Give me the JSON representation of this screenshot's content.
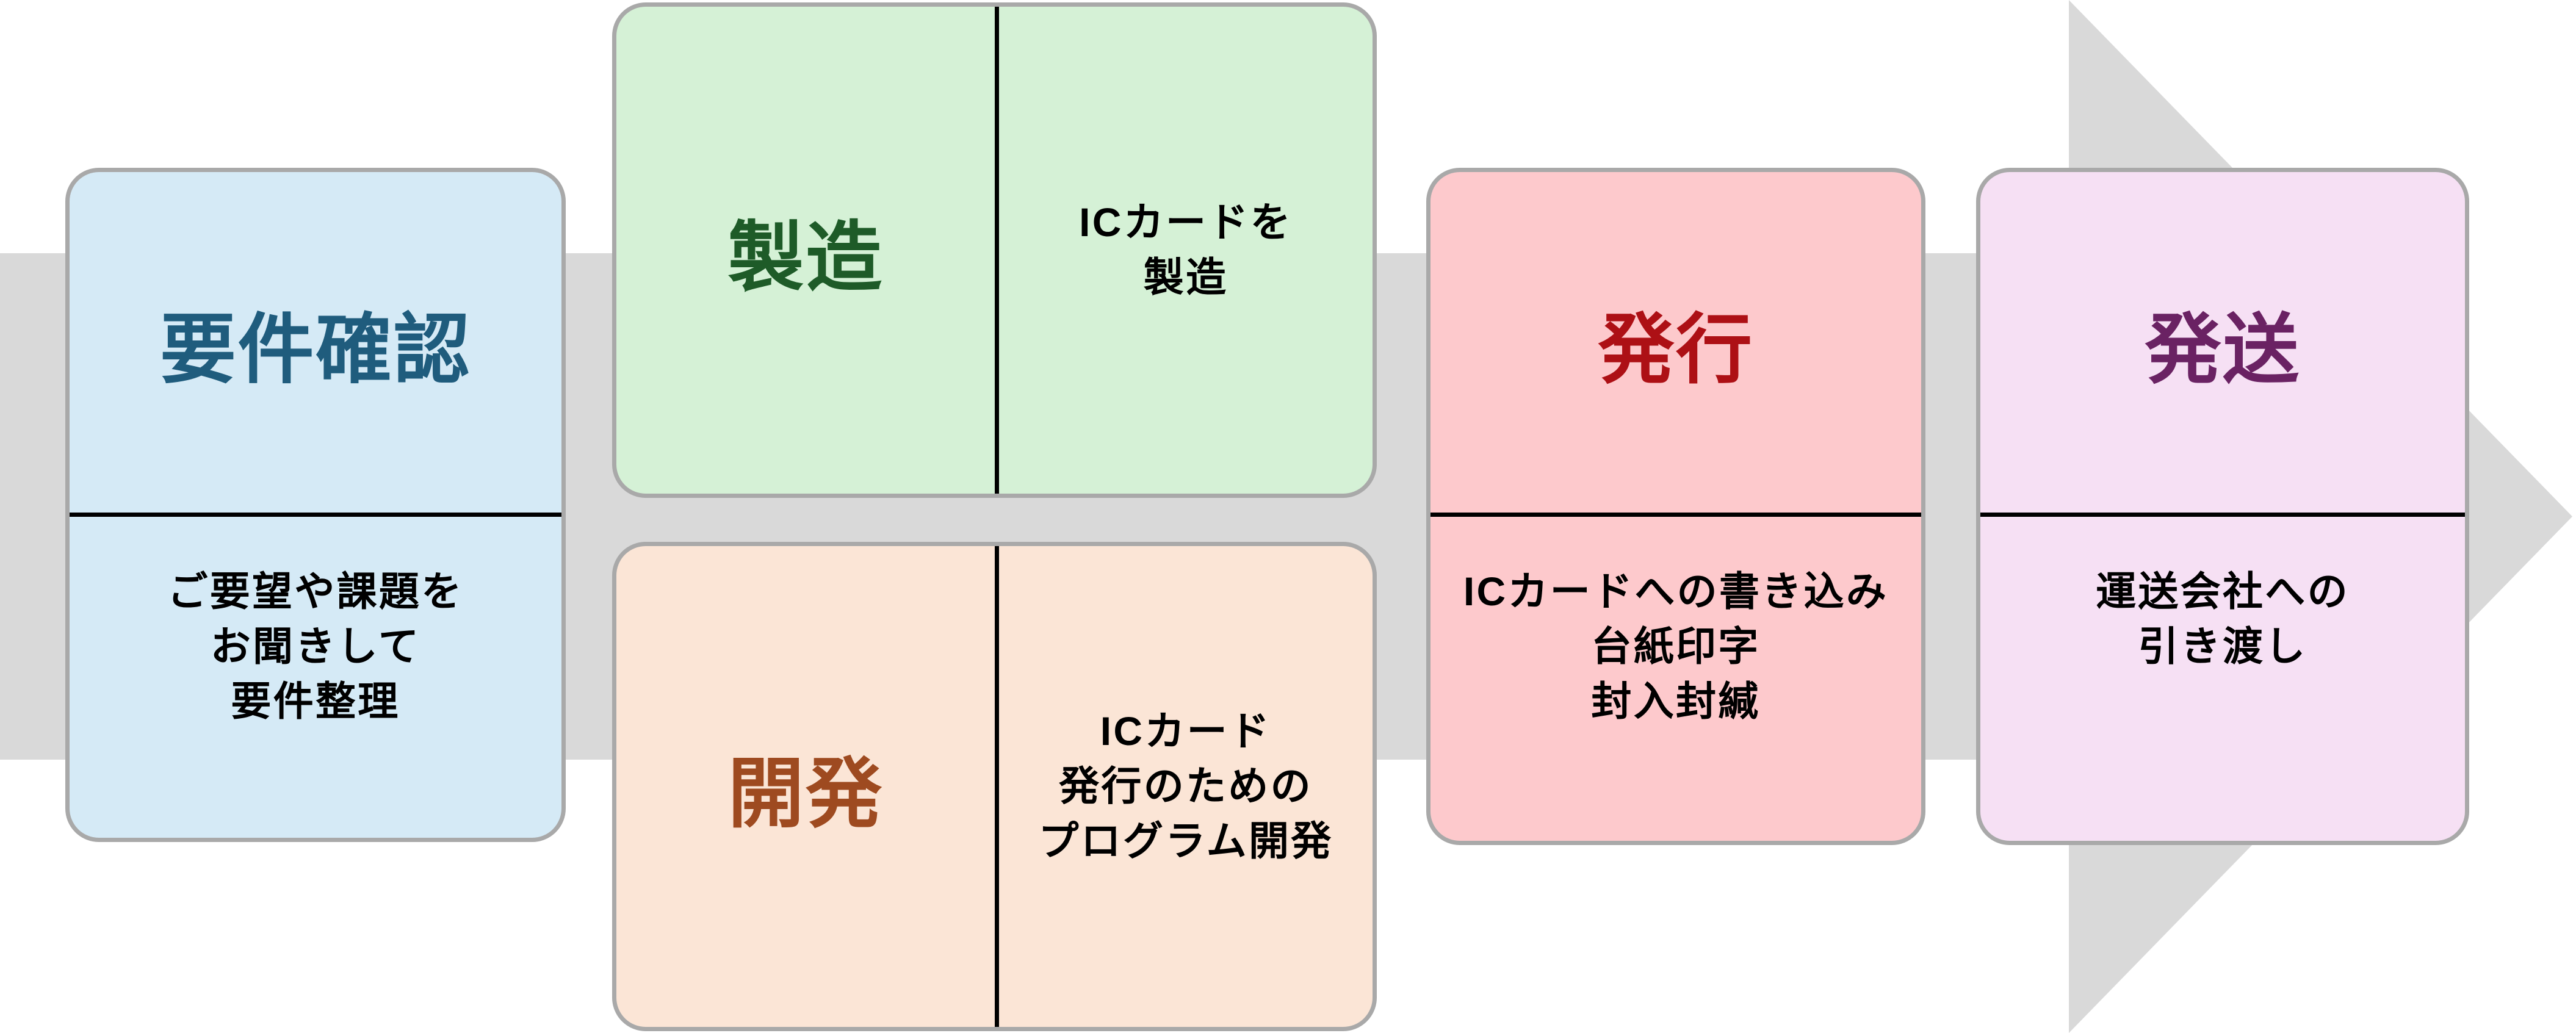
{
  "diagram": {
    "type": "process-flow",
    "direction": "left-to-right",
    "background": "#ffffff",
    "arrow_color": "#d9d9d9",
    "box_border_color": "#a9a9a9",
    "divider_color": "#000000",
    "body_text_color": "#000000",
    "steps": [
      {
        "id": "requirements",
        "title": "要件確認",
        "title_color": "#1f5c7d",
        "fill": "#d5eaf6",
        "split": "horizontal",
        "body_lines": [
          "ご要望や課題を",
          "お聞きして",
          "要件整理"
        ]
      },
      {
        "id": "manufacturing",
        "title": "製造",
        "title_color": "#1e5b28",
        "fill": "#d5f1d6",
        "split": "vertical",
        "body_lines": [
          "ICカードを",
          "製造"
        ]
      },
      {
        "id": "development",
        "title": "開発",
        "title_color": "#9e4a20",
        "fill": "#fbe5d6",
        "split": "vertical",
        "body_lines": [
          "ICカード",
          "発行のための",
          "プログラム開発"
        ]
      },
      {
        "id": "issuance",
        "title": "発行",
        "title_color": "#ad1015",
        "fill": "#fdc9cc",
        "split": "horizontal",
        "body_lines": [
          "ICカードへの書き込み",
          "台紙印字",
          "封入封緘"
        ]
      },
      {
        "id": "shipping",
        "title": "発送",
        "title_color": "#6a2263",
        "fill": "#f6e0f4",
        "split": "horizontal",
        "body_lines": [
          "運送会社への",
          "引き渡し"
        ]
      }
    ]
  }
}
